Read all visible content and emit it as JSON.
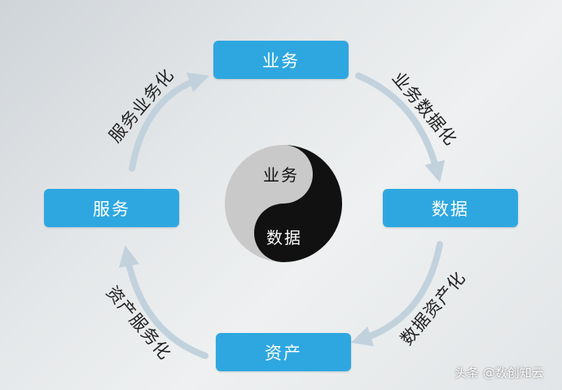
{
  "nodes": {
    "top": "业务",
    "right": "数据",
    "bottom": "资产",
    "left": "服务"
  },
  "transitions": {
    "top_to_right": "业务数据化",
    "right_to_bottom": "数据资产化",
    "bottom_to_left": "资产服务化",
    "left_to_top": "服务业务化"
  },
  "center": {
    "upper": "业务",
    "lower": "数据"
  },
  "watermark": "头条 @数创知云",
  "colors": {
    "node_fill": "#2ea7e0",
    "arrow": "#c2d2dd",
    "yin": "#111111",
    "yang": "#c9c9c9"
  }
}
